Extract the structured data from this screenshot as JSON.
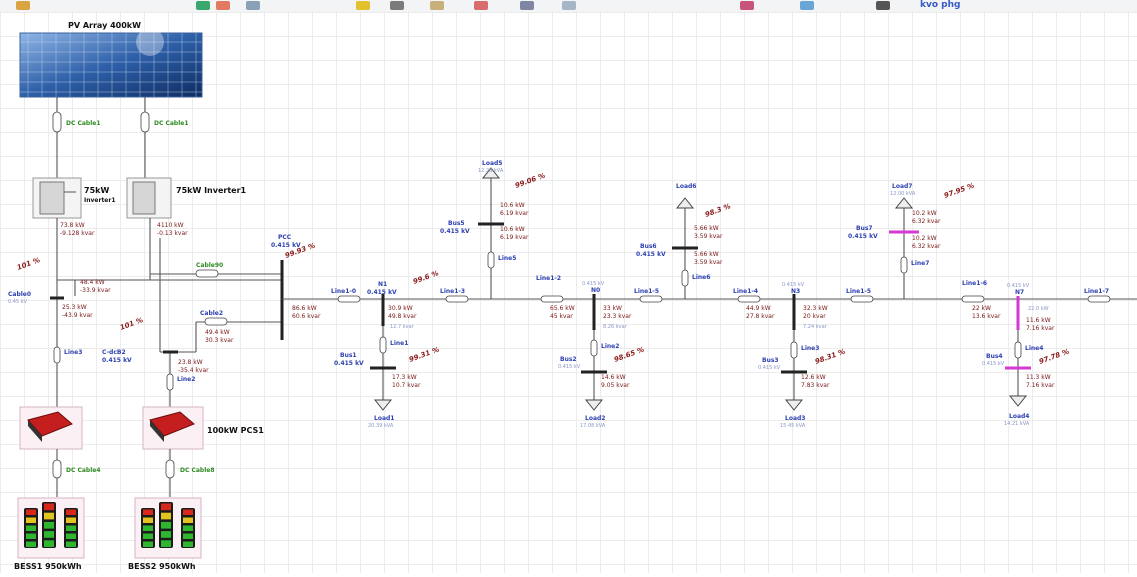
{
  "app": {
    "toolbar_icons": [
      "new-icon",
      "open-icon",
      "save-icon",
      "settings-icon",
      "run-icon",
      "print-icon",
      "grid-icon",
      "dot-icon",
      "chart-icon",
      "report-icon",
      "color-icon",
      "filter-icon",
      "zoom-icon"
    ],
    "toolbar_text": "kvo phg"
  },
  "diagram": {
    "pv_title": "PV Array 400kW",
    "dc_cable1_left": "DC Cable1",
    "dc_cable1_right": "DC Cable1",
    "inverter_left": "75kW",
    "inverter_left_sub": "Inverter1",
    "inverter_right": "75kW Inverter1",
    "inv_left_flow": [
      "73.8 kW",
      "-9.128 kvar"
    ],
    "inv_right_flow": [
      "4110 kW",
      "-0.13 kvar"
    ],
    "pct_left": "101 %",
    "cable0": "Cable0",
    "cable0_kv": "0.45 kV",
    "cable_flow_a": [
      "48.4 kW",
      "-33.9 kvar"
    ],
    "cable_flow_b": [
      "25.3 kW",
      "-43.9 kvar"
    ],
    "cable90": "Cable90",
    "cable2": "Cable2",
    "cable2_flow": [
      "49.4 kW",
      "30.3 kvar"
    ],
    "pct_cdc": "101 %",
    "c_dc_bus": "C-dcB2",
    "c_dc_kv": "0.415 kV",
    "cdc_flow": [
      "23.8 kW",
      "-35.4 kvar"
    ],
    "line3": "Line3",
    "line2": "Line2",
    "pcc": "PCC",
    "pcc_kv": "0.415 kV",
    "pct_pcc": "99.93 %",
    "pcc_flow": [
      "86.6 kW",
      "60.6 kvar"
    ],
    "line10": "Line1-0",
    "n1": "N1",
    "n1_kv": "0.415 kV",
    "pct_n1": "99.6 %",
    "n1_flow": [
      "30.9 kW",
      "49.8 kvar"
    ],
    "n1_gray": "12.7 kvar",
    "line13": "Line1-3",
    "line1": "Line1",
    "bus1": "Bus1",
    "bus1_kv": "0.415 kV",
    "pct_bus1": "99.31 %",
    "bus1_flow": [
      "17.3 kW",
      "10.7 kvar"
    ],
    "load1": "Load1",
    "load1_kva": "20.39 kVA",
    "bus5": "Bus5",
    "bus5_kv": "0.415 kV",
    "bus5_flow_a": [
      "10.6 kW",
      "6.19 kvar"
    ],
    "bus5_flow_b": [
      "10.6 kW",
      "6.19 kvar"
    ],
    "line5": "Line5",
    "load5": "Load5",
    "load5_kva": "12.28 kVA",
    "pct_load5": "99.06 %",
    "line12": "Line1-2",
    "n2": "N0",
    "n2_kv": "0.415 kV",
    "n2_flow_l": [
      "65.6 kW",
      "45 kvar"
    ],
    "n2_flow_r": [
      "33 kW",
      "23.3 kvar"
    ],
    "n2_gray": "8.26 kvar",
    "line2b": "Line2",
    "bus2": "Bus2",
    "bus2_kv": "0.415 kV",
    "pct_bus2": "98.65 %",
    "bus2_flow": [
      "14.6 kW",
      "9.05 kvar"
    ],
    "load2": "Load2",
    "load2_kva": "17.08 kVA",
    "line15": "Line1-5",
    "bus6": "Bus6",
    "bus6_kv": "0.415 kV",
    "bus6_flow_a": [
      "5.66 kW",
      "3.59 kvar"
    ],
    "bus6_flow_b": [
      "5.66 kW",
      "3.59 kvar"
    ],
    "line6": "Line6",
    "load6": "Load6",
    "pct_load6": "98.3 %",
    "line14": "Line1-4",
    "n3": "N3",
    "n3_kv": "0.415 kV",
    "n3_flow_l": [
      "44.9 kW",
      "27.8 kvar"
    ],
    "n3_flow_r": [
      "32.3 kW",
      "20 kvar"
    ],
    "n3_gray": "7.24 kvar",
    "line3b": "Line3",
    "bus3": "Bus3",
    "bus3_kv": "0.415 kV",
    "pct_bus3": "98.31 %",
    "bus3_flow": [
      "12.6 kW",
      "7.83 kvar"
    ],
    "load3": "Load3",
    "load3_kva": "15.45 kVA",
    "line15b": "Line1-5",
    "bus7": "Bus7",
    "bus7_kv": "0.415 kV",
    "bus7_flow_a": [
      "10.2 kW",
      "6.32 kvar"
    ],
    "bus7_flow_b": [
      "10.2 kW",
      "6.32 kvar"
    ],
    "line7": "Line7",
    "load7": "Load7",
    "load7_kva": "12.00 kVA",
    "pct_load7": "97.95 %",
    "line16": "Line1-6",
    "n7": "N7",
    "n7_kv": "0.415 kV",
    "n7_flow_l": [
      "22 kW",
      "13.6 kvar"
    ],
    "n7_flow_r": [
      "11.6 kW",
      "7.16 kvar"
    ],
    "n7_gray": "22.0 kW",
    "line4": "Line4",
    "bus4": "Bus4",
    "bus4_kv": "0.415 kV",
    "pct_bus4": "97.78 %",
    "bus4_flow": [
      "11.3 kW",
      "7.16 kvar"
    ],
    "load4": "Load4",
    "load4_kva": "14.21 kVA",
    "line17": "Line1-7",
    "pcs_label": "100kW PCS1",
    "dc_cable4": "DC Cable4",
    "dc_cable8": "DC Cable8",
    "bess1": "BESS1 950kWh",
    "bess2": "BESS2 950kWh"
  },
  "colors": {
    "bus_blue": "#2b3fb0",
    "cable_green": "#2e8b22",
    "value_red": "#7a1616",
    "magenta": "#d23ad2",
    "pcs_red": "#c41e1e",
    "battery_green": "#2fb52f",
    "battery_yellow": "#e3c31f",
    "battery_red": "#d8281c"
  }
}
